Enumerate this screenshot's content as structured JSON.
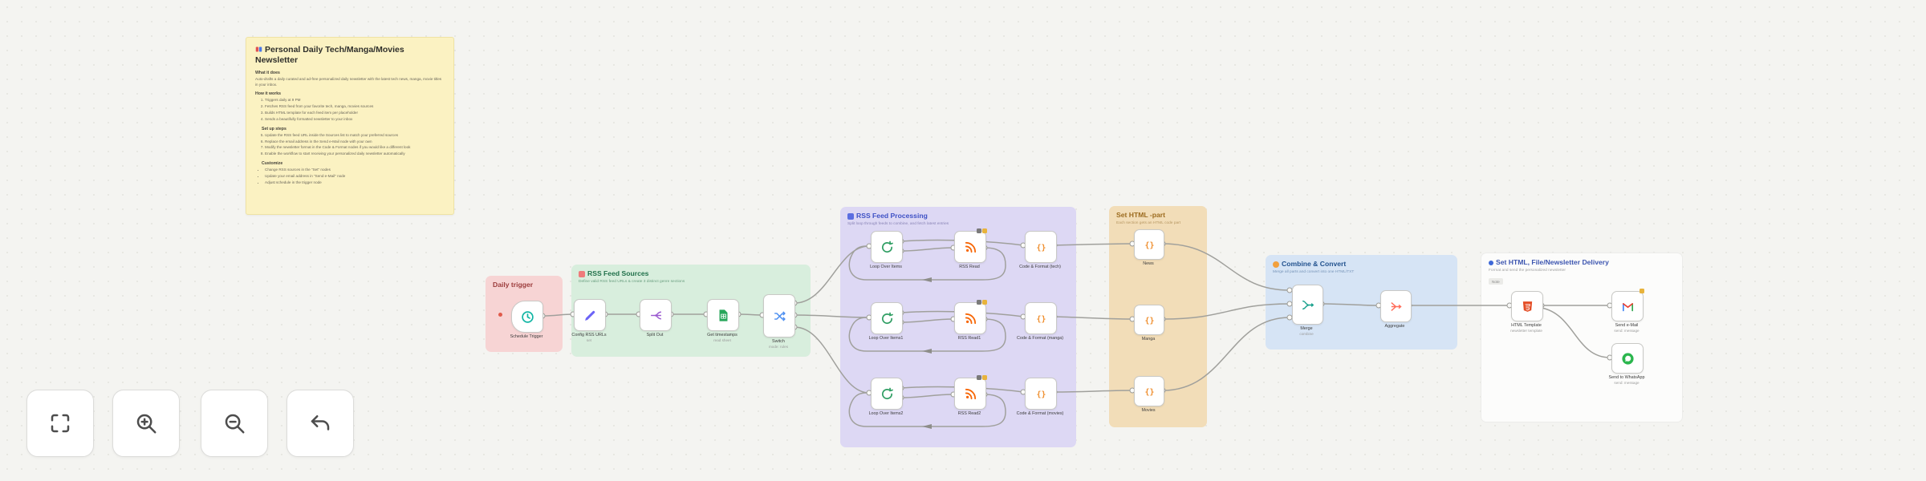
{
  "sticky_note": {
    "title": "Personal Daily Tech/Manga/Movies Newsletter",
    "sections": [
      {
        "heading": "What it does",
        "body": "Auto-drafts a daily curated and ad-free personalized daily newsletter with the latest tech news, manga, movie titles in your inbox."
      },
      {
        "heading": "How it works",
        "items": [
          "Triggers daily at 9 PM",
          "Fetches RSS feed from your favorite tech, manga, movies sources",
          "Builds HTML template for each feed item per placeholder",
          "Sends a beautifully formatted newsletter to your inbox"
        ]
      },
      {
        "heading": "Set up steps",
        "items": [
          "Update the RSS feed URL inside the Sources list to match your preferred sources",
          "Replace the email address in the Send e-Mail node with your own",
          "Modify the newsletter format in the Code & Format nodes if you would like a different look",
          "Enable the workflow to start receiving your personalized daily newsletter automatically"
        ]
      },
      {
        "heading": "Customize",
        "items": [
          "Change RSS sources in the \"Set\" nodes",
          "Update your email address in \"Send e-Mail\" node",
          "Adjust schedule in the trigger node"
        ]
      }
    ]
  },
  "groups": {
    "daily_trigger": {
      "title": "Daily trigger"
    },
    "rss_sources": {
      "title": "RSS Feed Sources",
      "subtitle": "Define valid RSS feed URLs & create 3 distinct genre sections"
    },
    "rss_processing": {
      "title": "RSS Feed Processing",
      "subtitle": "Split loop through feeds to combine, and fetch latest entries"
    },
    "set_html": {
      "title": "Set HTML -part",
      "subtitle": "Each section gets an HTML code part"
    },
    "combine_convert": {
      "title": "Combine & Convert",
      "subtitle": "Merge all parts and convert into one HTML/TXT"
    },
    "delivery": {
      "title": "Set HTML, File/Newsletter Delivery",
      "subtitle": "Format and send the personalized newsletter",
      "note": "Note"
    }
  },
  "nodes": {
    "schedule": {
      "label": "Schedule Trigger"
    },
    "config_rss": {
      "label": "Config RSS URLs",
      "sub": "set"
    },
    "split_out": {
      "label": "Split Out"
    },
    "get_timestamps": {
      "label": "Get timestamps",
      "sub": "read sheet"
    },
    "switch": {
      "label": "Switch",
      "sub": "mode: rules"
    },
    "rows": [
      {
        "loop": "Loop Over Items",
        "rss": "RSS Read",
        "code": "Code & Format (tech)"
      },
      {
        "loop": "Loop Over Items1",
        "rss": "RSS Read1",
        "code": "Code & Format (manga)"
      },
      {
        "loop": "Loop Over Items2",
        "rss": "RSS Read2",
        "code": "Code & Format (movies)"
      }
    ],
    "html_parts": [
      {
        "label": "News"
      },
      {
        "label": "Manga"
      },
      {
        "label": "Movies"
      }
    ],
    "merge": {
      "label": "Merge",
      "sub": "combine"
    },
    "aggregate": {
      "label": "Aggregate"
    },
    "html_template": {
      "label": "HTML Template",
      "sub": "newsletter template"
    },
    "send_email": {
      "label": "Send e-Mail",
      "sub": "send: message"
    },
    "send_whatsapp": {
      "label": "Send to WhatsApp",
      "sub": "send: message"
    }
  },
  "toolbar": {
    "buttons": [
      "fit-view",
      "zoom-in",
      "zoom-out",
      "undo"
    ]
  },
  "colors": {
    "accent_red": "#e05b4b",
    "edge": "#a0a09c",
    "sticky": "#fbf2c2"
  }
}
